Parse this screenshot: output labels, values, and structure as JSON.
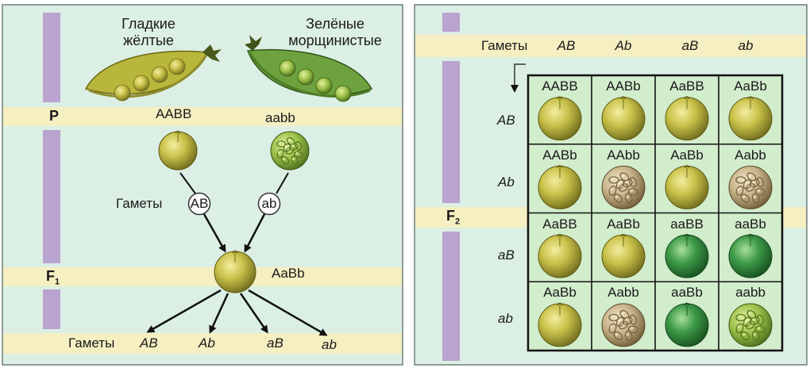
{
  "colors": {
    "panel_bg": "#dcefe4",
    "stripe": "#f5efc2",
    "bar": "#b9a3cf",
    "grid_bg": "#d2edcc",
    "pea_yellow": "#c9c24a",
    "pea_green": "#3e9a48",
    "pea_wrinkled_tan": "#c8b48a",
    "pod_yellow": "#b9b63c",
    "pod_green": "#6da23f"
  },
  "left_panel": {
    "parent_left": {
      "label_line1": "Гладкие",
      "label_line2": "жёлтые",
      "genotype": "AABB",
      "seed": "smooth-yellow"
    },
    "parent_right": {
      "label_line1": "Зелёные",
      "label_line2": "морщинистые",
      "genotype": "aabb",
      "seed": "wrinkled-green"
    },
    "generation_p": "P",
    "generation_f1": {
      "letter": "F",
      "sub": "1"
    },
    "gametes_label": "Гаметы",
    "parent_gametes": [
      "AB",
      "ab"
    ],
    "f1": {
      "genotype": "AaBb",
      "seed": "smooth-yellow"
    },
    "f1_gametes_label": "Гаметы",
    "f1_gametes": [
      "AB",
      "Ab",
      "aB",
      "ab"
    ]
  },
  "right_panel": {
    "gametes_label": "Гаметы",
    "column_gametes": [
      "AB",
      "Ab",
      "aB",
      "ab"
    ],
    "row_gametes": [
      "AB",
      "Ab",
      "aB",
      "ab"
    ],
    "generation_f2": {
      "letter": "F",
      "sub": "2"
    },
    "grid": [
      [
        {
          "genotype": "AABB",
          "seed": "smooth-yellow"
        },
        {
          "genotype": "AABb",
          "seed": "smooth-yellow"
        },
        {
          "genotype": "AaBB",
          "seed": "smooth-yellow"
        },
        {
          "genotype": "AaBb",
          "seed": "smooth-yellow"
        }
      ],
      [
        {
          "genotype": "AABb",
          "seed": "smooth-yellow"
        },
        {
          "genotype": "AAbb",
          "seed": "wrinkled-yellow"
        },
        {
          "genotype": "AaBb",
          "seed": "smooth-yellow"
        },
        {
          "genotype": "Aabb",
          "seed": "wrinkled-yellow"
        }
      ],
      [
        {
          "genotype": "AaBB",
          "seed": "smooth-yellow"
        },
        {
          "genotype": "AaBb",
          "seed": "smooth-yellow"
        },
        {
          "genotype": "aaBB",
          "seed": "smooth-green"
        },
        {
          "genotype": "aaBb",
          "seed": "smooth-green"
        }
      ],
      [
        {
          "genotype": "AaBb",
          "seed": "smooth-yellow"
        },
        {
          "genotype": "Aabb",
          "seed": "wrinkled-yellow"
        },
        {
          "genotype": "aaBb",
          "seed": "smooth-green"
        },
        {
          "genotype": "aabb",
          "seed": "wrinkled-green"
        }
      ]
    ]
  }
}
